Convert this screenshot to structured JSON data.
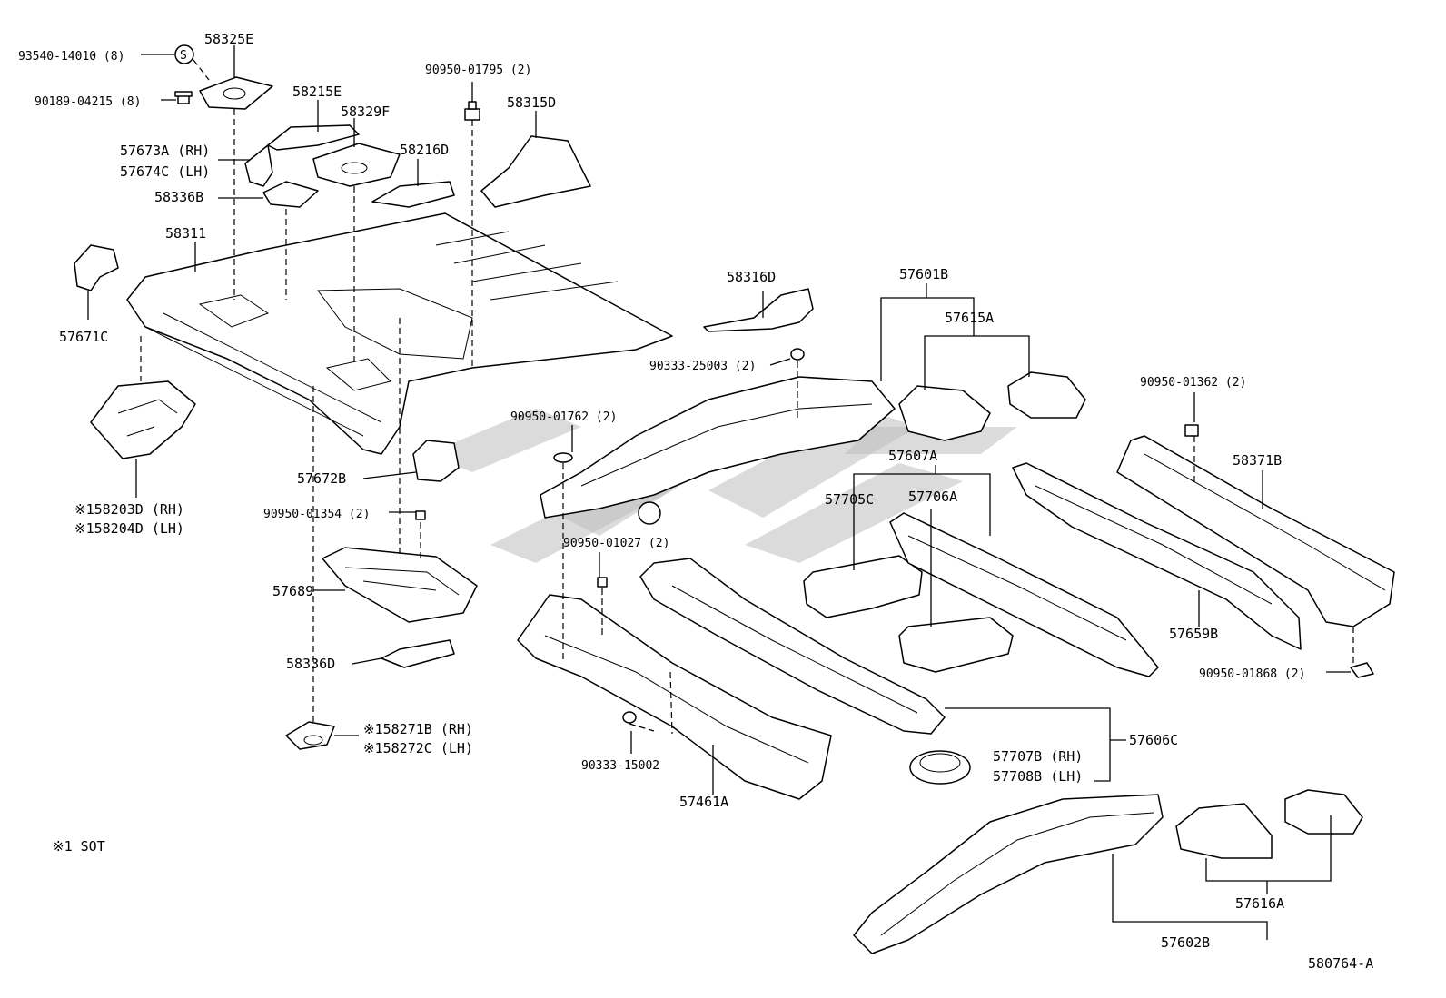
{
  "diagram": {
    "drawing_code": "580764-A",
    "footnote": "※1 SOT",
    "labels": {
      "p93540": "93540-14010 (8)",
      "p90189": "90189-04215 (8)",
      "pS": "S",
      "p58325E": "58325E",
      "p58215E": "58215E",
      "p58329F": "58329F",
      "p57673A": "57673A (RH)",
      "p57674C": "57674C (LH)",
      "p58336B": "58336B",
      "p58216D": "58216D",
      "p90950_01795": "90950-01795 (2)",
      "p58315D": "58315D",
      "p58311": "58311",
      "p57671C": "57671C",
      "p158203D": "※158203D (RH)",
      "p158204D": "※158204D (LH)",
      "p57672B": "57672B",
      "p90950_01354": "90950-01354 (2)",
      "p57689": "57689",
      "p58336D": "58336D",
      "p158271B": "※158271B (RH)",
      "p158272C": "※158272C (LH)",
      "p58316D": "58316D",
      "p90333_25003": "90333-25003 (2)",
      "p90950_01762": "90950-01762 (2)",
      "p57601B": "57601B",
      "p57615A": "57615A",
      "p90950_01362": "90950-01362 (2)",
      "p57607A": "57607A",
      "p57705C": "57705C",
      "p57706A": "57706A",
      "p58371B": "58371B",
      "p90950_01027": "90950-01027 (2)",
      "p57659B": "57659B",
      "p90950_01868": "90950-01868 (2)",
      "p57606C": "57606C",
      "p57707B": "57707B (RH)",
      "p57708B": "57708B (LH)",
      "p90333_15002": "90333-15002",
      "p57461A": "57461A",
      "p57616A": "57616A",
      "p57602B": "57602B"
    }
  }
}
